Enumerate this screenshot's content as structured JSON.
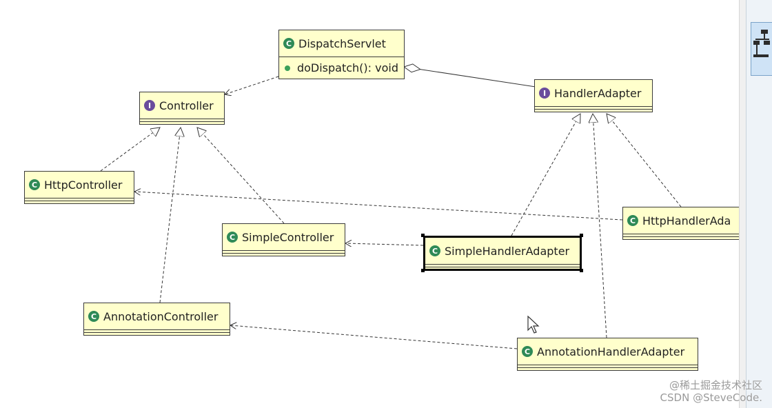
{
  "diagram": {
    "classes": [
      {
        "id": "dispatch",
        "name": "DispatchServlet",
        "kind": "class",
        "methods": [
          "doDispatch(): void"
        ]
      },
      {
        "id": "controller",
        "name": "Controller",
        "kind": "interface",
        "methods": []
      },
      {
        "id": "handlerAdapter",
        "name": "HandlerAdapter",
        "kind": "interface",
        "methods": []
      },
      {
        "id": "httpController",
        "name": "HttpController",
        "kind": "class",
        "methods": []
      },
      {
        "id": "simpleController",
        "name": "SimpleController",
        "kind": "class",
        "methods": []
      },
      {
        "id": "annotationController",
        "name": "AnnotationController",
        "kind": "class",
        "methods": []
      },
      {
        "id": "httpHandlerAdapter",
        "name": "HttpHandlerAda",
        "kind": "class",
        "methods": []
      },
      {
        "id": "simpleHandlerAdapter",
        "name": "SimpleHandlerAdapter",
        "kind": "class",
        "methods": [],
        "selected": true
      },
      {
        "id": "annotationHandlerAdapter",
        "name": "AnnotationHandlerAdapter",
        "kind": "class",
        "methods": []
      }
    ],
    "relations": [
      {
        "from": "dispatch",
        "to": "controller",
        "type": "dependency"
      },
      {
        "from": "dispatch",
        "to": "handlerAdapter",
        "type": "aggregation"
      },
      {
        "from": "httpController",
        "to": "controller",
        "type": "realization"
      },
      {
        "from": "simpleController",
        "to": "controller",
        "type": "realization"
      },
      {
        "from": "annotationController",
        "to": "controller",
        "type": "realization"
      },
      {
        "from": "simpleHandlerAdapter",
        "to": "handlerAdapter",
        "type": "realization"
      },
      {
        "from": "annotationHandlerAdapter",
        "to": "handlerAdapter",
        "type": "realization"
      },
      {
        "from": "httpHandlerAdapter",
        "to": "handlerAdapter",
        "type": "realization"
      },
      {
        "from": "httpHandlerAdapter",
        "to": "httpController",
        "type": "dependency"
      },
      {
        "from": "simpleHandlerAdapter",
        "to": "simpleController",
        "type": "dependency"
      },
      {
        "from": "annotationHandlerAdapter",
        "to": "annotationController",
        "type": "dependency"
      }
    ]
  },
  "badges": {
    "class": "C",
    "interface": "I"
  },
  "watermark": {
    "line1": "@稀土掘金技术社区",
    "line2": "CSDN @SteveCode."
  },
  "icons": {
    "side_panel": "outline-tree-icon",
    "cursor": "mouse-pointer-icon"
  },
  "colors": {
    "class_fill": "#ffffcc",
    "class_badge": "#2f8a57",
    "interface_badge": "#6a4c9c",
    "method_dot": "#3aa05a"
  }
}
